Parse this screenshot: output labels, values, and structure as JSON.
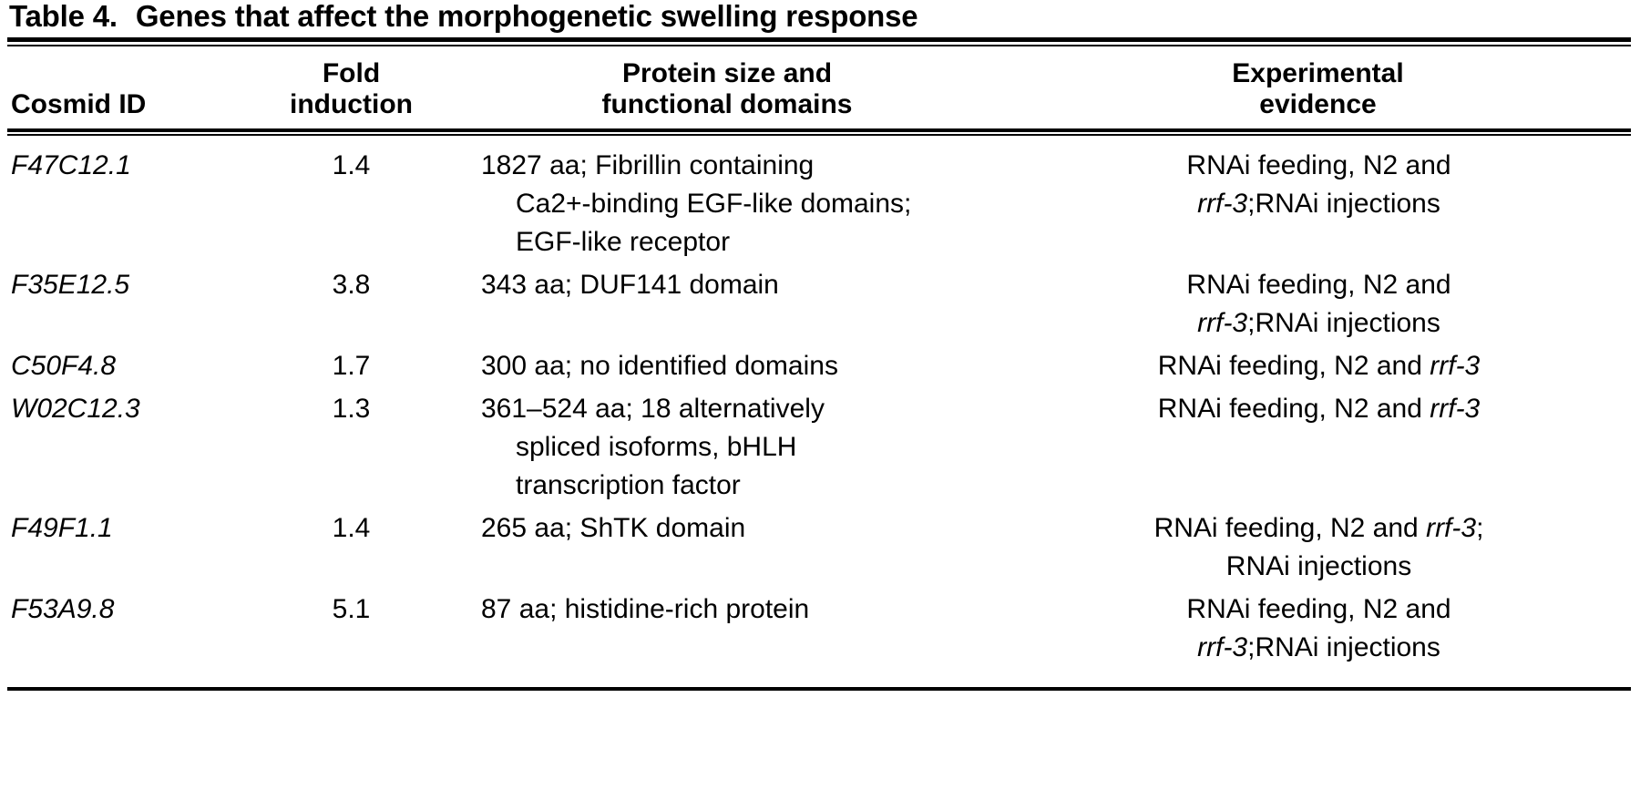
{
  "caption": {
    "label": "Table 4.",
    "text": "Genes that affect the morphogenetic swelling response"
  },
  "columns": [
    {
      "key": "cosmid_id",
      "header": "Cosmid ID"
    },
    {
      "key": "fold_induction",
      "header": "Fold\ninduction",
      "header_line1": "Fold",
      "header_line2": "induction"
    },
    {
      "key": "protein",
      "header": "Protein size and\nfunctional domains",
      "header_line1": "Protein size and",
      "header_line2": "functional domains"
    },
    {
      "key": "evidence",
      "header": "Experimental\nevidence",
      "header_line1": "Experimental",
      "header_line2": "evidence"
    }
  ],
  "rows": [
    {
      "cosmid_id": "F47C12.1",
      "fold_induction": "1.4",
      "protein_lines": [
        "1827 aa; Fibrillin containing",
        "Ca2+-binding EGF-like domains;",
        "EGF-like receptor"
      ],
      "evidence_lines": [
        {
          "plain_before": "RNAi feeding, N2 and",
          "italic": "",
          "plain_after": ""
        },
        {
          "plain_before": "",
          "italic": "rrf-3",
          "plain_after": ";RNAi injections"
        }
      ]
    },
    {
      "cosmid_id": "F35E12.5",
      "fold_induction": "3.8",
      "protein_lines": [
        "343 aa; DUF141 domain"
      ],
      "evidence_lines": [
        {
          "plain_before": "RNAi feeding, N2 and",
          "italic": "",
          "plain_after": ""
        },
        {
          "plain_before": "",
          "italic": "rrf-3",
          "plain_after": ";RNAi injections"
        }
      ]
    },
    {
      "cosmid_id": "C50F4.8",
      "fold_induction": "1.7",
      "protein_lines": [
        "300 aa; no identified domains"
      ],
      "evidence_lines": [
        {
          "plain_before": "RNAi feeding, N2 and ",
          "italic": "rrf-3",
          "plain_after": ""
        }
      ]
    },
    {
      "cosmid_id": "W02C12.3",
      "fold_induction": "1.3",
      "protein_lines": [
        "361–524 aa; 18 alternatively",
        "spliced isoforms, bHLH",
        "transcription factor"
      ],
      "evidence_lines": [
        {
          "plain_before": "RNAi feeding, N2 and ",
          "italic": "rrf-3",
          "plain_after": ""
        }
      ]
    },
    {
      "cosmid_id": "F49F1.1",
      "fold_induction": "1.4",
      "protein_lines": [
        "265 aa; ShTK domain"
      ],
      "evidence_lines": [
        {
          "plain_before": "RNAi feeding, N2 and ",
          "italic": "rrf-3",
          "plain_after": ";"
        },
        {
          "plain_before": "RNAi injections",
          "italic": "",
          "plain_after": ""
        }
      ]
    },
    {
      "cosmid_id": "F53A9.8",
      "fold_induction": "5.1",
      "protein_lines": [
        "87 aa; histidine-rich protein"
      ],
      "evidence_lines": [
        {
          "plain_before": "RNAi feeding, N2 and",
          "italic": "",
          "plain_after": ""
        },
        {
          "plain_before": "",
          "italic": "rrf-3",
          "plain_after": ";RNAi injections"
        }
      ]
    }
  ]
}
